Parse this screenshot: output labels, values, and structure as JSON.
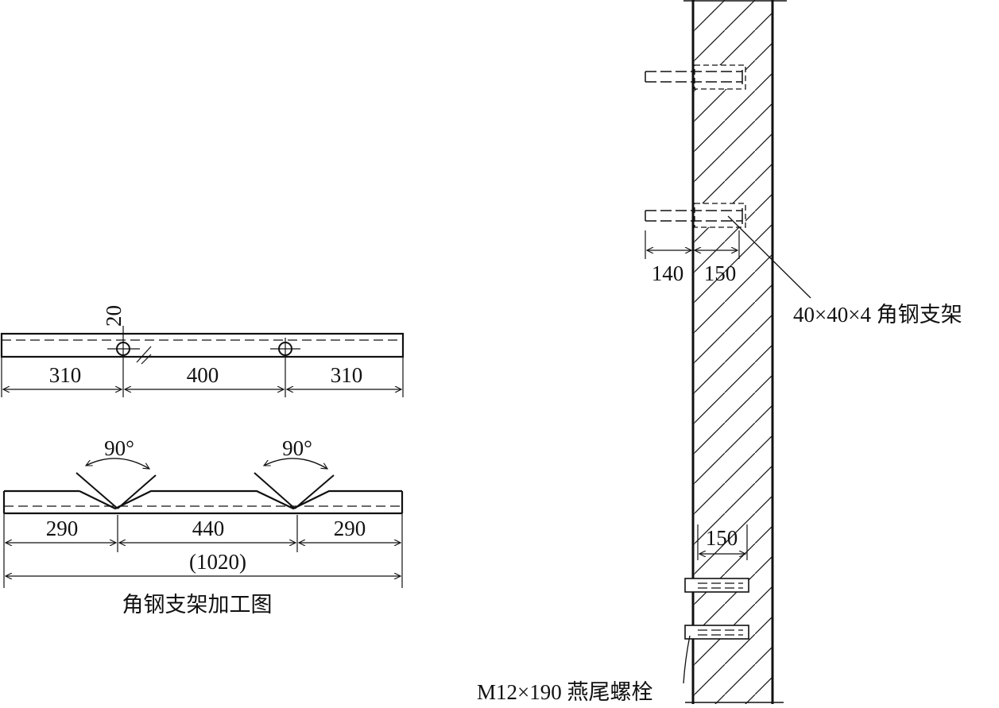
{
  "fabrication_drawing": {
    "title": "角钢支架加工图",
    "top_bar": {
      "hole_dim": "20",
      "dims": [
        "310",
        "400",
        "310"
      ]
    },
    "bottom_bar": {
      "notch_angles": [
        "90°",
        "90°"
      ],
      "dims": [
        "290",
        "440",
        "290"
      ],
      "total": "(1020)"
    }
  },
  "wall_section": {
    "embed_dims": [
      "140",
      "150"
    ],
    "lower_dim": "150",
    "bracket_label": "40×40×4 角钢支架",
    "bolt_label": "M12×190 燕尾螺栓"
  }
}
